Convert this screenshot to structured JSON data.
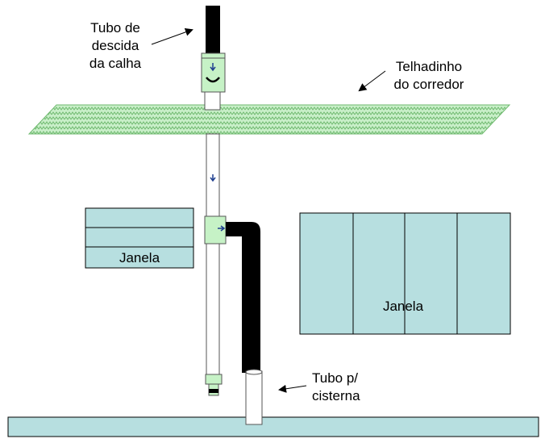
{
  "labels": {
    "tubo_descida": [
      "Tubo de",
      "descida",
      "da calha"
    ],
    "telhadinho": [
      "Telhadinho",
      "do corredor"
    ],
    "tubo_cisterna": [
      "Tubo p/",
      "cisterna"
    ],
    "janela_small": "Janela",
    "janela_large": "Janela"
  },
  "colors": {
    "window_fill": "#b7dfe0",
    "roof_fill": "#9fdc9f",
    "connector_fill": "#c6f2c6",
    "pipe_black": "#000000",
    "arrow_blue": "#1f3f8f",
    "ground_fill": "#b7dfe0"
  },
  "icons": {
    "flow_arrow": "down-arrow-icon",
    "annotation_arrow": "pointer-arrow-icon"
  }
}
